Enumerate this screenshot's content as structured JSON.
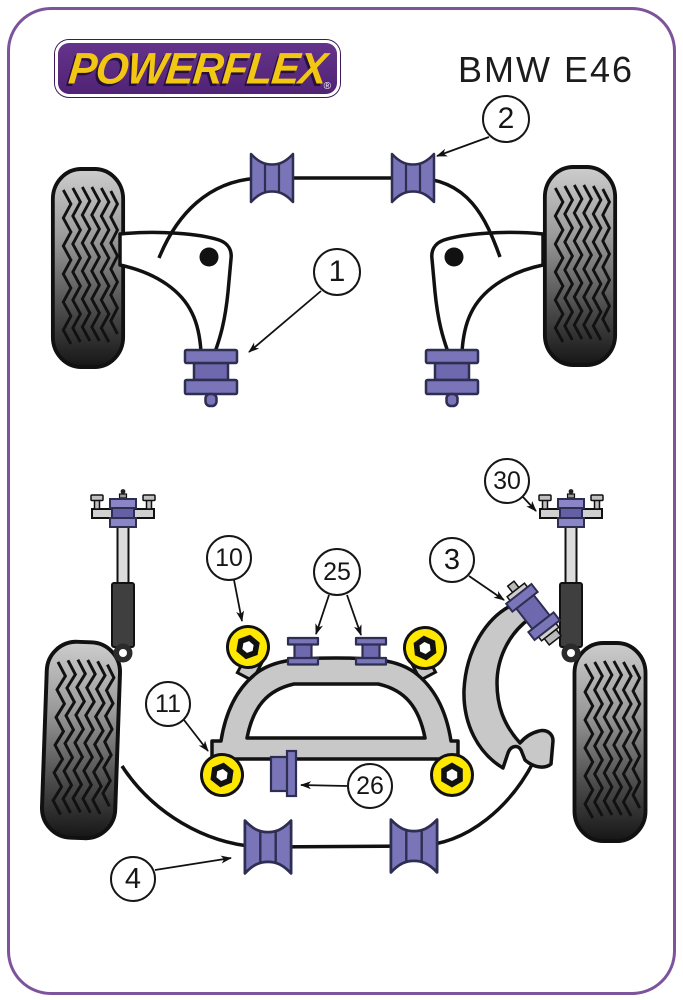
{
  "page": {
    "background": "#ffffff",
    "frame_color": "#7d549b"
  },
  "header": {
    "logo_text": "POWERFLEX",
    "registered_mark": "®",
    "model_label": "BMW E46"
  },
  "callouts": {
    "c1": "1",
    "c2": "2",
    "c3": "3",
    "c4": "4",
    "c10": "10",
    "c11": "11",
    "c25": "25",
    "c26": "26",
    "c30": "30"
  },
  "colors": {
    "bushing_purple": "#7975b8",
    "bushing_purple_dark": "#6e69ae",
    "bushing_outline": "#2e2d52",
    "bushing_yellow": "#ffe800",
    "metal_gray": "#c8c8c8",
    "shock_body": "#3f3f3f",
    "logo_purple": "#5a2a7d",
    "logo_yellow": "#f2c713",
    "frame_purple": "#7d549b"
  }
}
